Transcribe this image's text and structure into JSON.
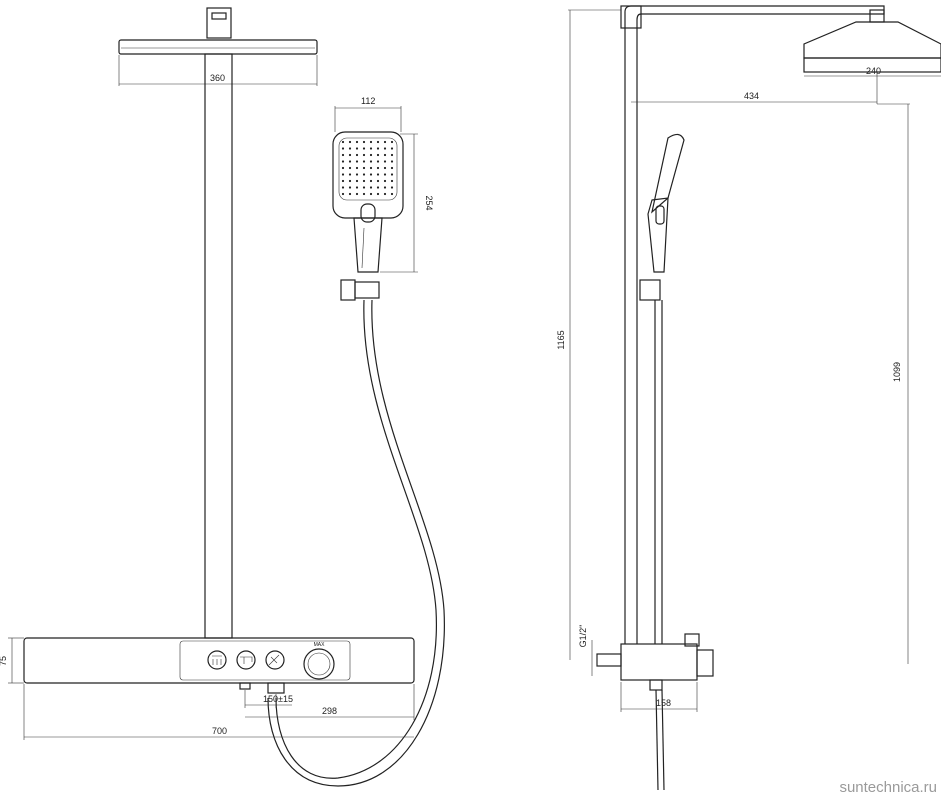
{
  "front_view": {
    "dims": {
      "head_width": "360",
      "hand_width": "112",
      "hand_height": "254",
      "panel_height": "75",
      "panel_width": "700",
      "outlet_spacing": "150±15",
      "offset": "298"
    },
    "dial_label": "MAX"
  },
  "side_view": {
    "dims": {
      "head_width": "240",
      "arm_reach": "434",
      "total_height": "1165",
      "head_height": "1099",
      "thread": "G1/2\"",
      "depth": "158"
    }
  },
  "watermark": "suntechnica.ru"
}
